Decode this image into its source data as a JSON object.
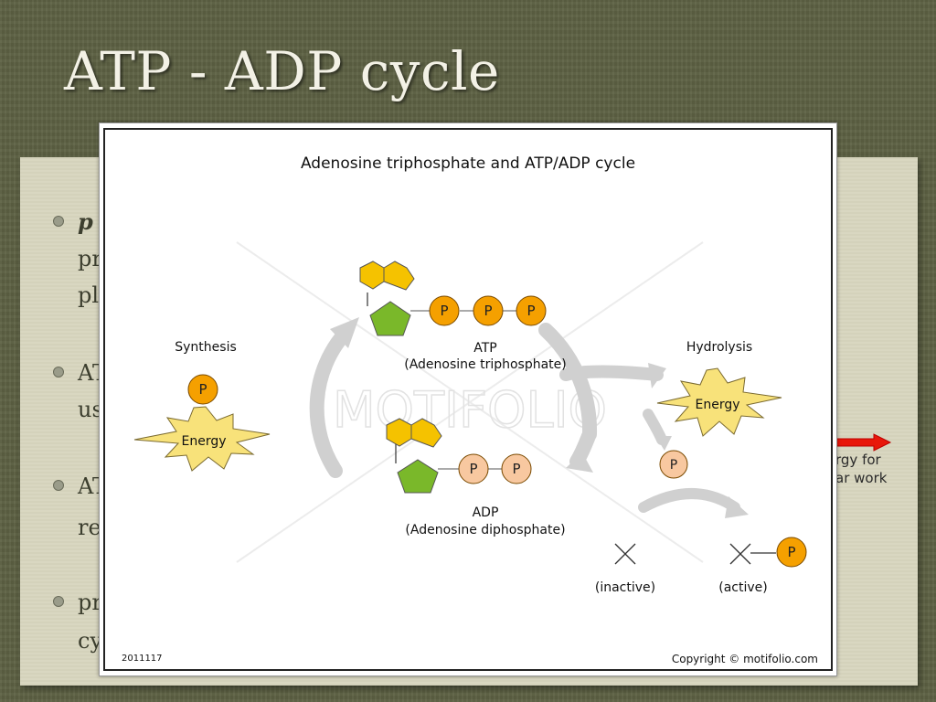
{
  "slide": {
    "title": "ATP - ADP cycle",
    "bullets": [
      {
        "lines": [
          "p",
          "pr",
          "pl"
        ]
      },
      {
        "lines": [
          "AT",
          "us"
        ]
      },
      {
        "lines": [
          "AT",
          "re"
        ]
      },
      {
        "lines": [
          "pr",
          "cy"
        ]
      }
    ],
    "side_text": [
      "rgy for",
      "ar work"
    ],
    "colors": {
      "accent_arrow": "#e8170a",
      "background": "#5e6244",
      "paper": "#d8d6bf"
    }
  },
  "figure": {
    "title": "Adenosine triphosphate and ATP/ADP cycle",
    "synthesis_label": "Synthesis",
    "hydrolysis_label": "Hydrolysis",
    "energy_label": "Energy",
    "phosphate_label": "P",
    "atp_label": "ATP",
    "atp_full": "(Adenosine triphosphate)",
    "adp_label": "ADP",
    "adp_full": "(Adenosine diphosphate)",
    "inactive_label": "(inactive)",
    "active_label": "(active)",
    "watermark": "MOTIFOLIO",
    "code": "2011117",
    "copyright": "Copyright © motifolio.com",
    "colors": {
      "phosphate_bright": "#f5a000",
      "phosphate_pale": "#f8c8a0",
      "base_hexagon": "#f5c200",
      "sugar": "#7ab82a",
      "energy_burst": "#f8e27a",
      "cycle_arrow": "#cfcfcf"
    }
  }
}
